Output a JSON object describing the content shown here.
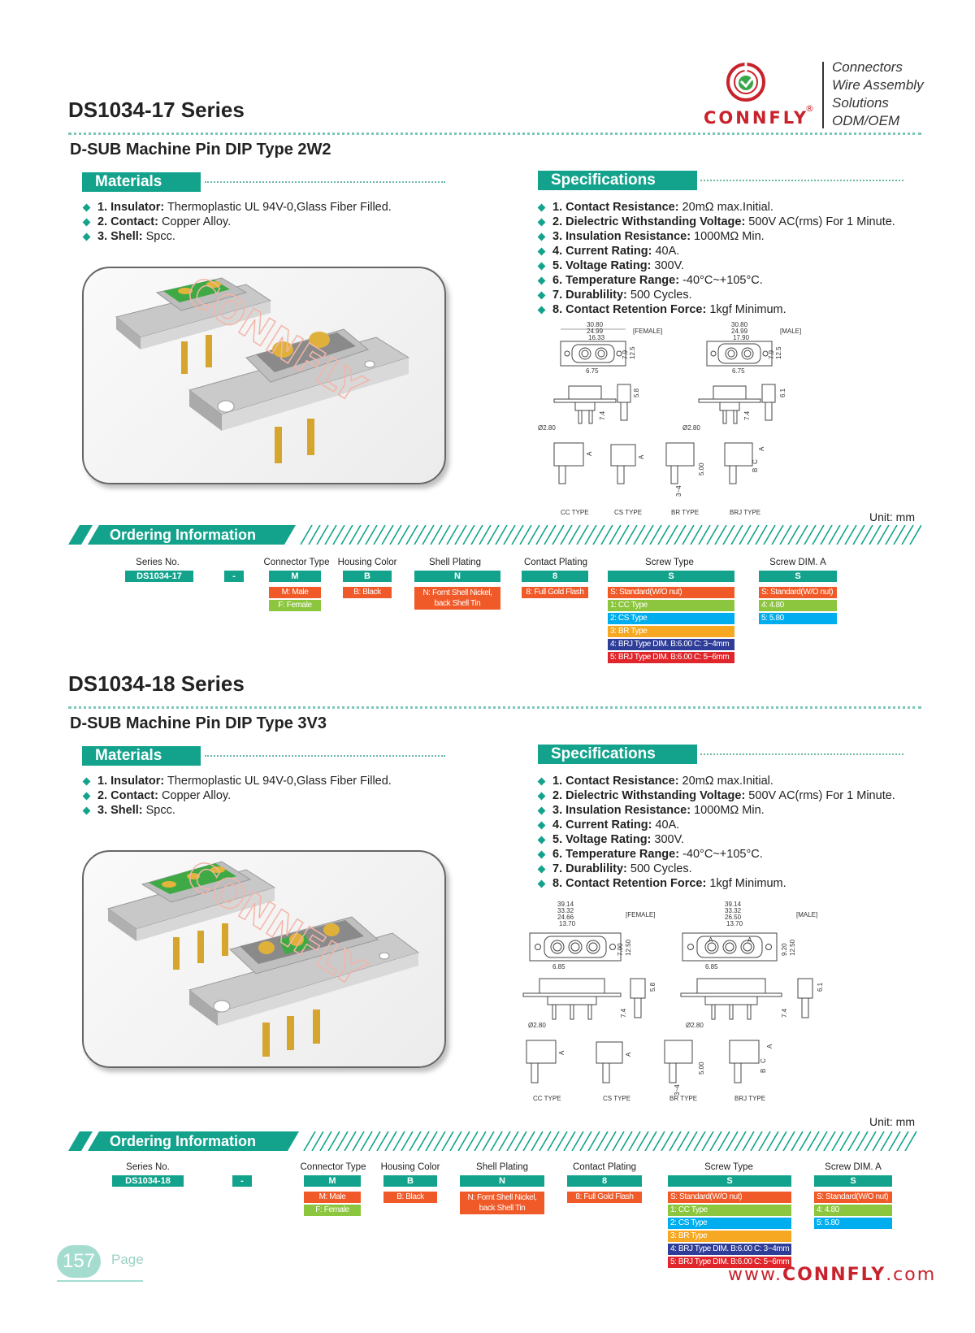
{
  "brand": {
    "logo_text": "CONNFLY",
    "reg_mark": "®",
    "taglines": [
      "Connectors",
      "Wire Assembly",
      "Solutions",
      "ODM/OEM"
    ]
  },
  "colors": {
    "teal": "#13a38c",
    "red": "#c8232c",
    "orange": "#f05a28",
    "green": "#8cc63f",
    "cyan": "#00aeef",
    "yellow": "#f7a823",
    "blue": "#2e3d98",
    "crimson": "#e0262b"
  },
  "sections": [
    {
      "series_title": "DS1034-17 Series",
      "subtitle": "D-SUB Machine Pin DIP Type 2W2",
      "materials_head": "Materials",
      "materials": [
        {
          "label": "1. Insulator:",
          "value": " Thermoplastic UL 94V-0,Glass Fiber Filled."
        },
        {
          "label": "2. Contact:",
          "value": " Copper Alloy."
        },
        {
          "label": "3. Shell:",
          "value": " Spcc."
        }
      ],
      "specs_head": "Specifications",
      "specs": [
        {
          "label": "1. Contact Resistance:",
          "value": " 20mΩ max.Initial."
        },
        {
          "label": "2. Dielectric Withstanding Voltage:",
          "value": " 500V AC(rms) For 1 Minute."
        },
        {
          "label": "3. Insulation Resistance:",
          "value": " 1000MΩ Min."
        },
        {
          "label": "4. Current Rating:",
          "value": " 40A."
        },
        {
          "label": "5. Voltage Rating:",
          "value": " 300V."
        },
        {
          "label": "6. Temperature Range:",
          "value": " -40°C~+105°C."
        },
        {
          "label": "7. Durablility:",
          "value": " 500 Cycles."
        },
        {
          "label": "8. Contact Retention Force:",
          "value": " 1kgf Minimum."
        }
      ],
      "photo_watermark": "CONNFLY",
      "drawing": {
        "female_label": "[FEMALE]",
        "male_label": "[MALE]",
        "female_dims": [
          "30.80",
          "24.99",
          "16.33"
        ],
        "male_dims": [
          "30.80",
          "24.99",
          "17.90"
        ],
        "pitch": "6.75",
        "side_dims": [
          "12.5",
          "7.9"
        ],
        "pin_dia": "Ø2.80",
        "pin_len": "7.4",
        "height": "5.8",
        "height_male": "6.1",
        "types": [
          "CC TYPE",
          "CS TYPE",
          "BR TYPE",
          "BRJ TYPE"
        ],
        "type_a": "A",
        "type_b": "B",
        "type_c": "C",
        "br_dims": [
          "5.00",
          "3~4"
        ]
      },
      "unit": "Unit: mm",
      "ordering_head": "Ordering Information",
      "ordering": {
        "series_no_label": "Series No.",
        "series_no": "DS1034-17",
        "dash": "-",
        "connector_type": {
          "label": "Connector Type",
          "code": "M",
          "options": [
            "M: Male",
            "F: Female"
          ]
        },
        "housing_color": {
          "label": "Housing Color",
          "code": "B",
          "options": [
            "B: Black"
          ]
        },
        "shell_plating": {
          "label": "Shell Plating",
          "code": "N",
          "options": [
            "N: Fornt Shell Nickel, back Shell Tin"
          ]
        },
        "contact_plating": {
          "label": "Contact Plating",
          "code": "8",
          "options": [
            "8: Full Gold Flash"
          ]
        },
        "screw_type": {
          "label": "Screw Type",
          "code": "S",
          "options": [
            "S: Standard(W/O nut)",
            "1: CC Type",
            "2: CS Type",
            "3: BR Type",
            "4: BRJ Type DIM. B:6.00 C: 3~4mm",
            "5: BRJ Type DIM. B:6.00 C: 5~6mm"
          ]
        },
        "screw_dim": {
          "label": "Screw DIM. A",
          "code": "S",
          "options": [
            "S: Standard(W/O nut)",
            "4: 4.80",
            "5: 5.80"
          ]
        }
      }
    },
    {
      "series_title": "DS1034-18 Series",
      "subtitle": "D-SUB Machine Pin DIP Type 3V3",
      "materials_head": "Materials",
      "materials": [
        {
          "label": "1. Insulator:",
          "value": " Thermoplastic UL 94V-0,Glass Fiber Filled."
        },
        {
          "label": "2. Contact:",
          "value": " Copper Alloy."
        },
        {
          "label": "3. Shell:",
          "value": " Spcc."
        }
      ],
      "specs_head": "Specifications",
      "specs": [
        {
          "label": "1. Contact Resistance:",
          "value": " 20mΩ max.Initial."
        },
        {
          "label": "2. Dielectric Withstanding Voltage:",
          "value": " 500V AC(rms) For 1 Minute."
        },
        {
          "label": "3. Insulation Resistance:",
          "value": " 1000MΩ Min."
        },
        {
          "label": "4. Current Rating:",
          "value": " 40A."
        },
        {
          "label": "5. Voltage Rating:",
          "value": " 300V."
        },
        {
          "label": "6. Temperature Range:",
          "value": " -40°C~+105°C."
        },
        {
          "label": "7. Durablility:",
          "value": " 500 Cycles."
        },
        {
          "label": "8. Contact Retention Force:",
          "value": " 1kgf Minimum."
        }
      ],
      "photo_watermark": "CONNFLY",
      "drawing": {
        "female_label": "[FEMALE]",
        "male_label": "[MALE]",
        "female_dims": [
          "39.14",
          "33.32",
          "24.66",
          "13.70"
        ],
        "male_dims": [
          "39.14",
          "33.32",
          "26.50",
          "13.70"
        ],
        "pitch": "6.85",
        "side_dims": [
          "12.50",
          "7.90"
        ],
        "side_dims_male": [
          "12.50",
          "9.20"
        ],
        "pin_dia": "Ø2.80",
        "pin_len": "7.4",
        "height": "5.8",
        "height_male": "6.1",
        "types": [
          "CC TYPE",
          "CS TYPE",
          "BR TYPE",
          "BRJ TYPE"
        ],
        "type_a": "A",
        "type_b": "B",
        "type_c": "C",
        "br_dims": [
          "5.00",
          "3~4"
        ]
      },
      "unit": "Unit: mm",
      "ordering_head": "Ordering Information",
      "ordering": {
        "series_no_label": "Series No.",
        "series_no": "DS1034-18",
        "dash": "-",
        "connector_type": {
          "label": "Connector Type",
          "code": "M",
          "options": [
            "M: Male",
            "F: Female"
          ]
        },
        "housing_color": {
          "label": "Housing Color",
          "code": "B",
          "options": [
            "B: Black"
          ]
        },
        "shell_plating": {
          "label": "Shell Plating",
          "code": "N",
          "options": [
            "N: Fornt Shell Nickel, back Shell Tin"
          ]
        },
        "contact_plating": {
          "label": "Contact Plating",
          "code": "8",
          "options": [
            "8: Full Gold Flash"
          ]
        },
        "screw_type": {
          "label": "Screw Type",
          "code": "S",
          "options": [
            "S: Standard(W/O nut)",
            "1: CC Type",
            "2: CS Type",
            "3: BR Type",
            "4: BRJ Type DIM. B:6.00 C: 3~4mm",
            "5: BRJ Type DIM. B:6.00 C: 5~6mm"
          ]
        },
        "screw_dim": {
          "label": "Screw DIM. A",
          "code": "S",
          "options": [
            "S: Standard(W/O nut)",
            "4: 4.80",
            "5: 5.80"
          ]
        }
      }
    }
  ],
  "footer": {
    "page_number": "157",
    "page_word": "Page",
    "website_prefix": "www.",
    "website_brand": "CONNFLY",
    "website_suffix": ".com"
  }
}
